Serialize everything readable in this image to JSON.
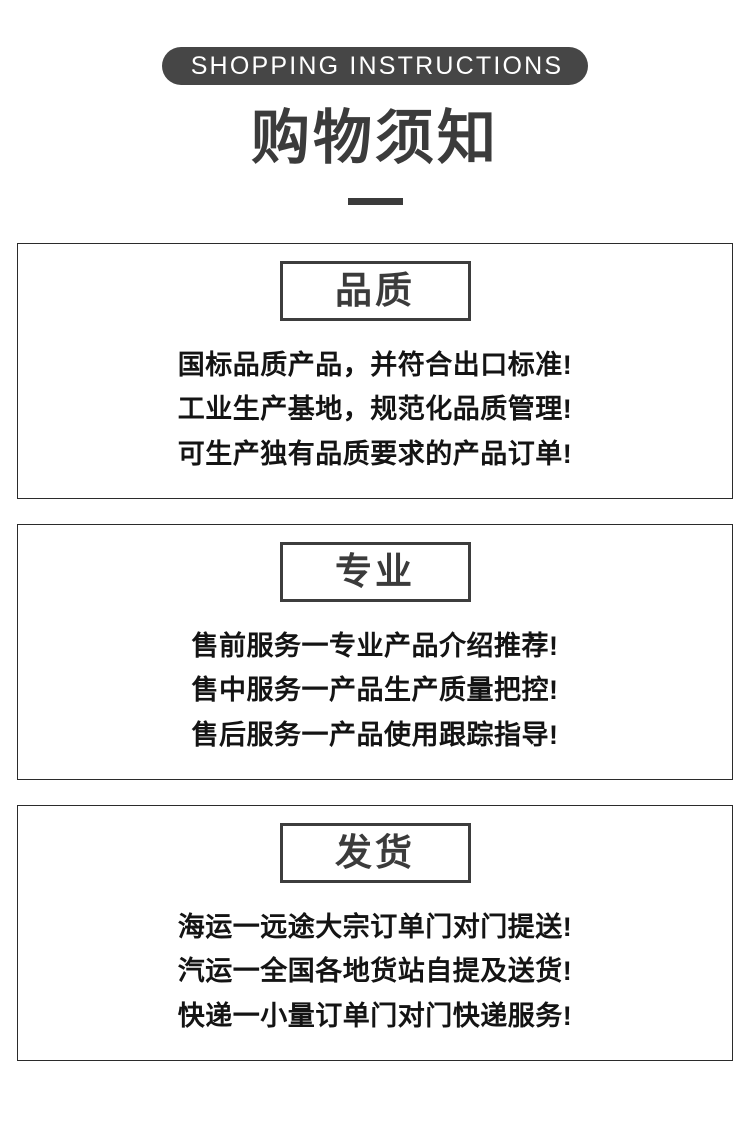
{
  "header": {
    "pill_label": "SHOPPING INSTRUCTIONS",
    "main_title": "购物须知",
    "divider": "horizontal-dash"
  },
  "colors": {
    "pill_background": "#464646",
    "title_text": "#3b3b3b",
    "body_text": "#141414",
    "card_border": "#2b2b2b",
    "label_box_border": "#3d3d3d",
    "page_background": "#ffffff"
  },
  "cards": [
    {
      "label": "品质",
      "lines": [
        "国标品质产品，并符合出口标准!",
        "工业生产基地，规范化品质管理!",
        "可生产独有品质要求的产品订单!"
      ]
    },
    {
      "label": "专业",
      "lines": [
        "售前服务一专业产品介绍推荐!",
        "售中服务一产品生产质量把控!",
        "售后服务一产品使用跟踪指导!"
      ]
    },
    {
      "label": "发货",
      "lines": [
        "海运一远途大宗订单门对门提送!",
        "汽运一全国各地货站自提及送货!",
        "快递一小量订单门对门快递服务!"
      ]
    }
  ]
}
